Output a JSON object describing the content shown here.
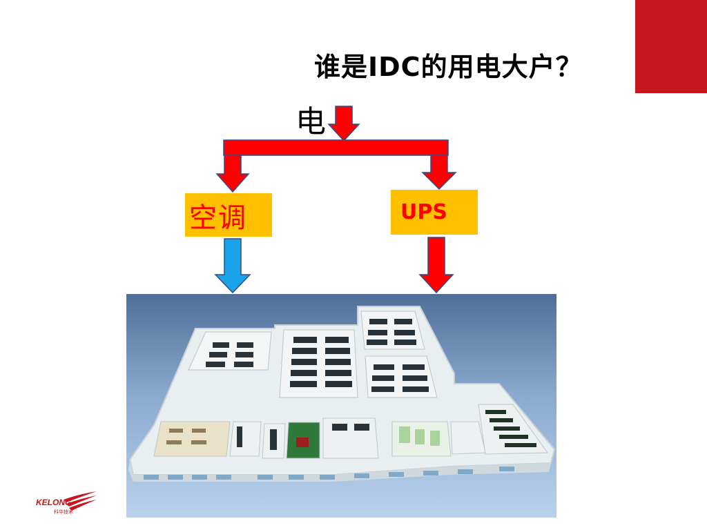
{
  "slide": {
    "title": "谁是IDC的用电大户？",
    "power_label": "电",
    "ac_label": "空调",
    "ups_label": "UPS",
    "logo_text": "KELONG",
    "logo_subtext": "科华技术"
  },
  "colors": {
    "accent_red": "#c8161d",
    "arrow_red": "#ff0000",
    "arrow_blue": "#1aa3e8",
    "box_yellow": "#ffc000"
  }
}
